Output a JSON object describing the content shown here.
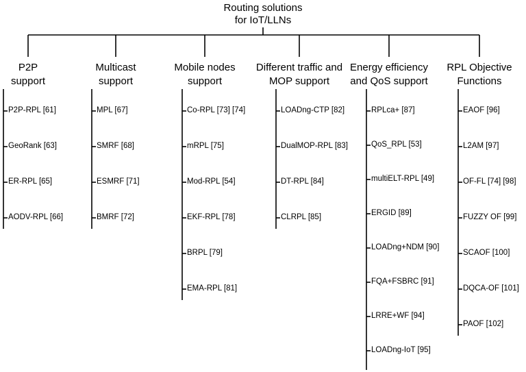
{
  "root": {
    "line1": "Routing solutions",
    "line2": "for IoT/LLNs"
  },
  "categories": [
    {
      "line1": "P2P",
      "line2": "support",
      "items": [
        "P2P-RPL [61]",
        "GeoRank [63]",
        "ER-RPL [65]",
        "AODV-RPL [66]"
      ]
    },
    {
      "line1": "Multicast",
      "line2": "support",
      "items": [
        "MPL [67]",
        "SMRF [68]",
        "ESMRF [71]",
        "BMRF [72]"
      ]
    },
    {
      "line1": "Mobile nodes",
      "line2": "support",
      "items": [
        "Co-RPL [73] [74]",
        "mRPL [75]",
        "Mod-RPL [54]",
        "EKF-RPL [78]",
        "BRPL [79]",
        "EMA-RPL [81]"
      ]
    },
    {
      "line1": "Different traffic and",
      "line2": "MOP support",
      "items": [
        "LOADng-CTP [82]",
        "DualMOP-RPL [83]",
        "DT-RPL [84]",
        "CLRPL [85]"
      ]
    },
    {
      "line1": "Energy efficiency",
      "line2": "and QoS support",
      "items": [
        "RPLca+ [87]",
        "QoS_RPL [53]",
        "multiELT-RPL [49]",
        "ERGID [89]",
        "LOADng+NDM [90]",
        "FQA+FSBRC [91]",
        "LRRE+WF [94]",
        "LOADng-IoT [95]"
      ]
    },
    {
      "line1": "RPL Objective",
      "line2": "Functions",
      "items": [
        "EAOF [96]",
        "L2AM [97]",
        "OF-FL [74] [98]",
        "FUZZY OF [99]",
        "SCAOF [100]",
        "DQCA-OF [101]",
        "PAOF [102]"
      ]
    }
  ]
}
